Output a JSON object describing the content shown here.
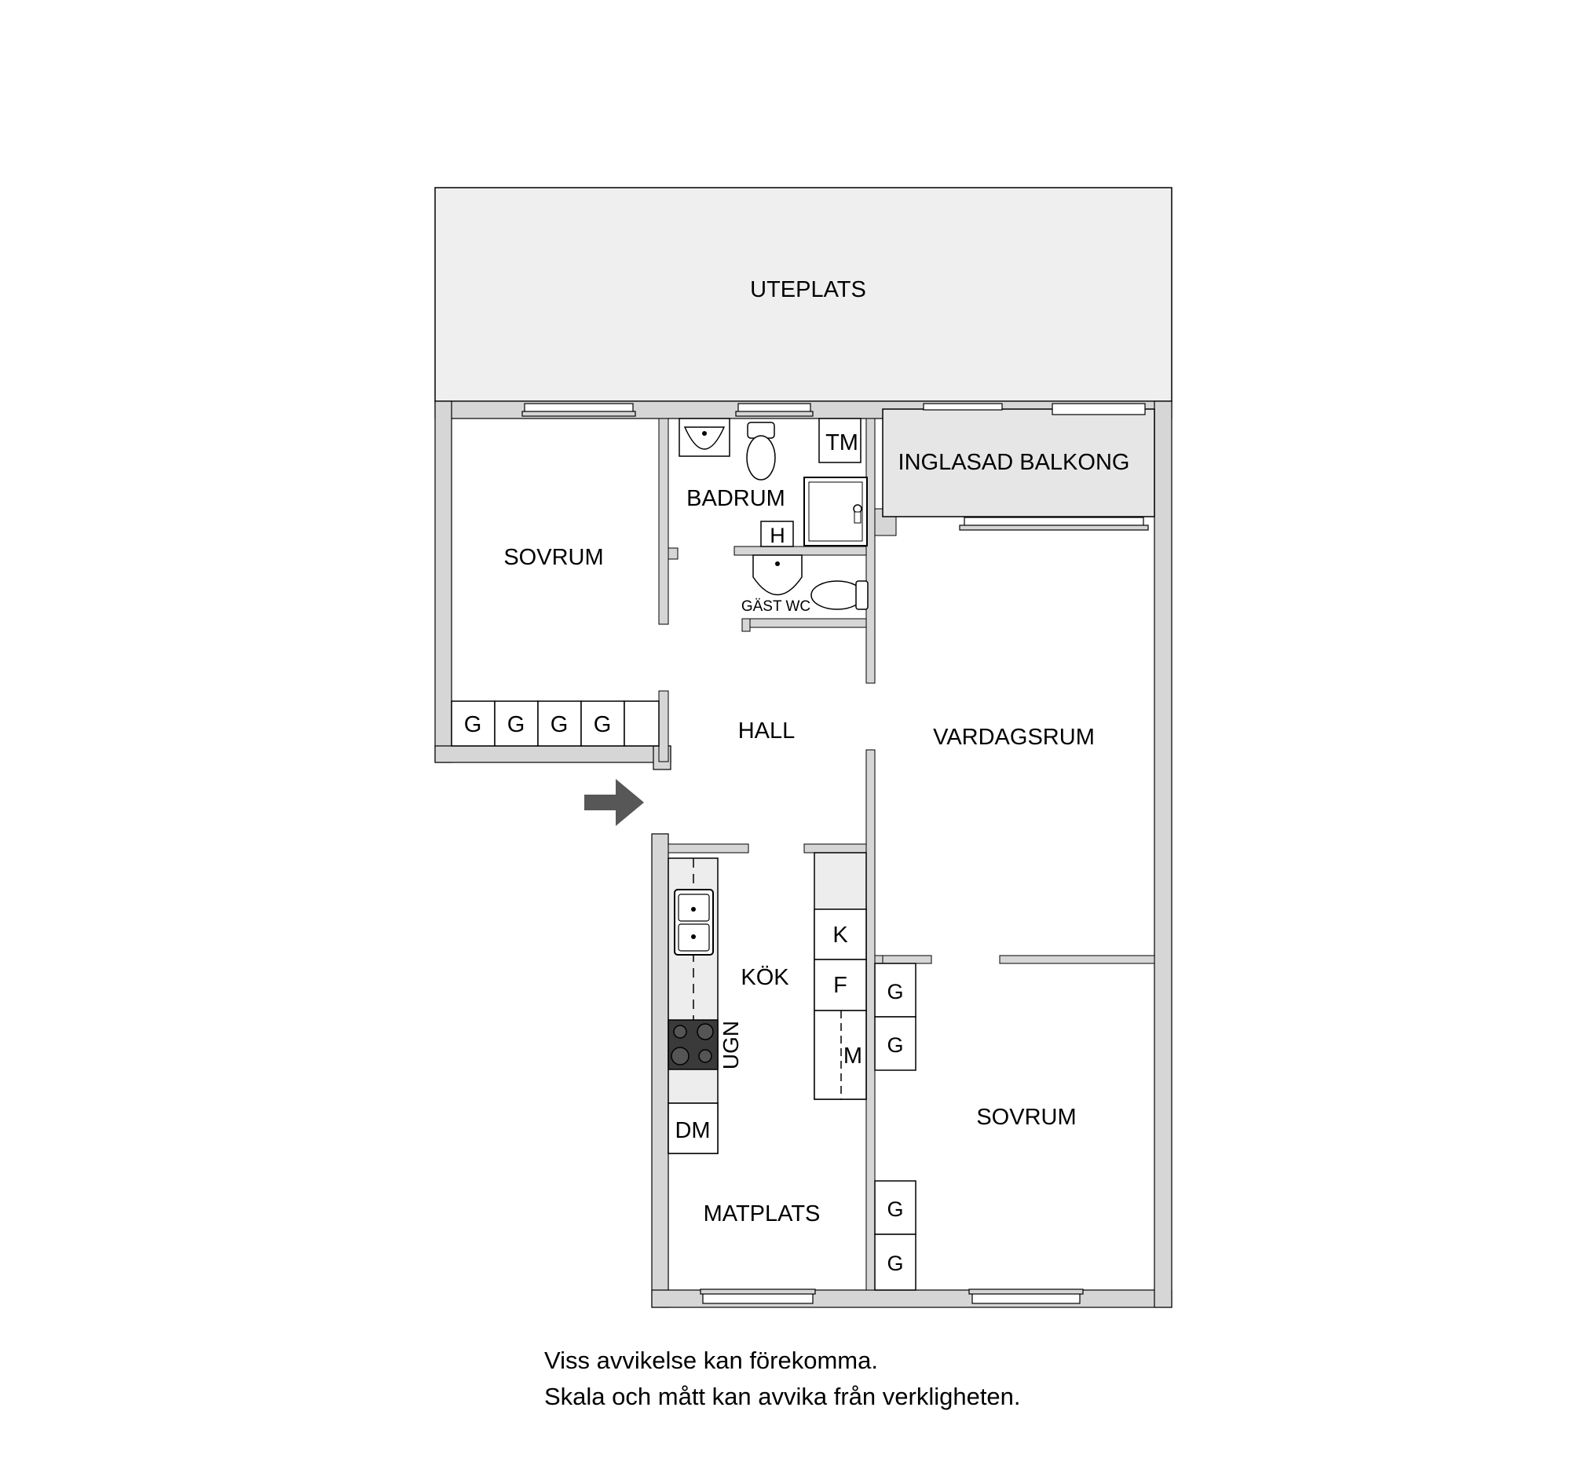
{
  "rooms": {
    "uteplats": "UTEPLATS",
    "sovrum_1": "SOVRUM",
    "badrum": "BADRUM",
    "gast_wc": "GÄST WC",
    "inglasad_balkong": "INGLASAD BALKONG",
    "hall": "HALL",
    "vardagsrum": "VARDAGSRUM",
    "kok": "KÖK",
    "matplats": "MATPLATS",
    "sovrum_2": "SOVRUM"
  },
  "fixtures": {
    "tm": "TM",
    "h": "H",
    "k": "K",
    "f": "F",
    "m": "M",
    "dm": "DM",
    "ugn": "UGN",
    "wardrobes_sovrum_1": [
      "G",
      "G",
      "G",
      "G"
    ],
    "wardrobes_hall_right": [
      "G",
      "G"
    ],
    "wardrobes_sovrum_2": [
      "G",
      "G"
    ]
  },
  "disclaimer": {
    "line1": "Viss avvikelse kan förekomma.",
    "line2": "Skala och mått kan avvika från verkligheten."
  },
  "colors": {
    "wall": "#d6d6d6",
    "outline": "#000000",
    "outdoor": "#efefef",
    "cabinet": "#ededed",
    "arrow": "#575757",
    "stove": "#3a3a3a"
  }
}
